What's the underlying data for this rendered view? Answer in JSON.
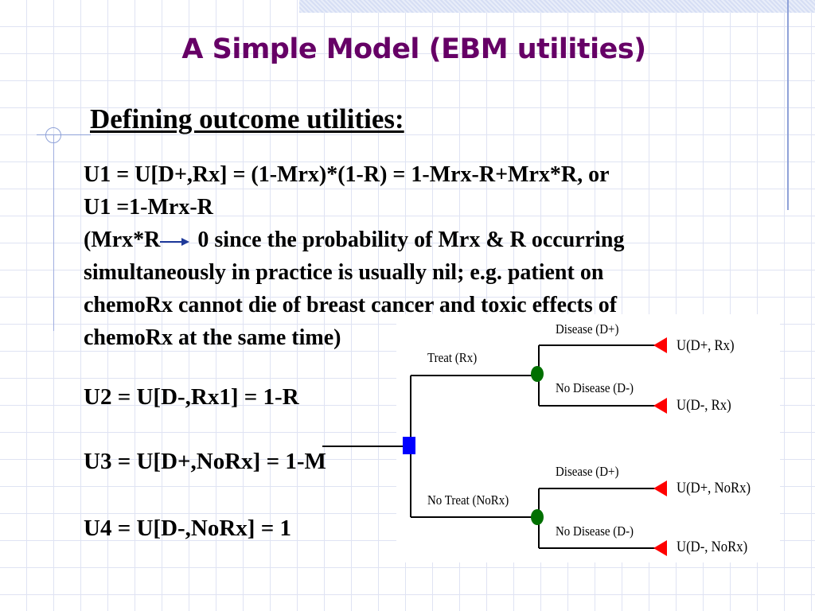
{
  "slide": {
    "title": "A Simple Model (EBM utilities)",
    "subtitle": "Defining outcome utilities:",
    "colors": {
      "title": "#660066",
      "text": "#000000",
      "grid": "#dfe3f3",
      "decor_line": "#8fa2d8",
      "decision_node": "#0000ff",
      "chance_node": "#007000",
      "terminal_node": "#ff0000"
    },
    "body": {
      "line1": "U1 = U[D+,Rx] = (1-Mrx)*(1-R) = 1-Mrx-R+Mrx*R, or",
      "line2": "U1 =1-Mrx-R",
      "line3_prefix": "(Mrx*R",
      "line3_arrow_icon": "right-arrow",
      "line3_suffix": " 0 since the probability of Mrx & R occurring",
      "line4": "simultaneously in practice is usually nil; e.g. patient on",
      "line5": "chemoRx cannot die of breast cancer and toxic effects of",
      "line6": "chemoRx at the same time)"
    },
    "equations": [
      {
        "text": "U2 = U[D-,Rx1] = 1-R"
      },
      {
        "text": "U3 = U[D+,NoRx] = 1-M"
      },
      {
        "text": "U4 = U[D-,NoRx] = 1"
      }
    ]
  },
  "decision_tree": {
    "root": {
      "type": "decision",
      "shape": "blue-square"
    },
    "branches": [
      {
        "label": "Treat (Rx)",
        "node": "chance",
        "outcomes": [
          {
            "label": "Disease (D+)",
            "terminal": "U(D+, Rx)"
          },
          {
            "label": "No Disease (D-)",
            "terminal": "U(D-, Rx)"
          }
        ]
      },
      {
        "label": "No Treat (NoRx)",
        "node": "chance",
        "outcomes": [
          {
            "label": "Disease (D+)",
            "terminal": "U(D+, NoRx)"
          },
          {
            "label": "No Disease (D-)",
            "terminal": "U(D-, NoRx)"
          }
        ]
      }
    ]
  }
}
